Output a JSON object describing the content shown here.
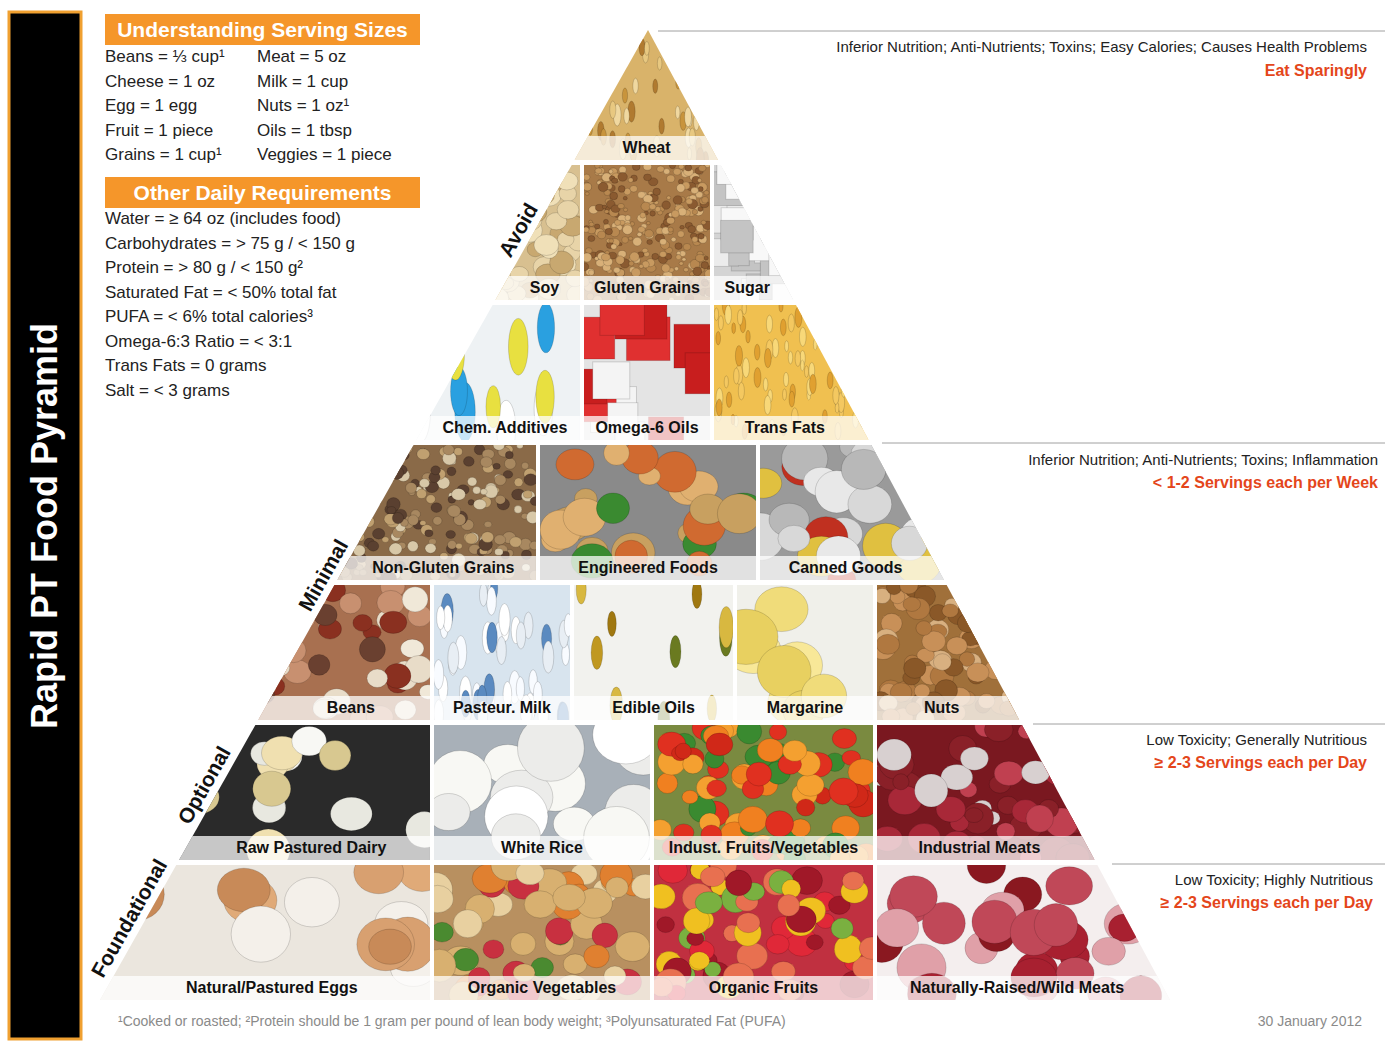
{
  "diagram": {
    "title": "Rapid PT Food Pyramid",
    "nodes": [
      {
        "text": [
          "Understanding Serving Sizes"
        ]
      },
      {
        "text": [
          "Other Daily Requirements"
        ]
      },
      {
        "text": [
          "Wheat"
        ]
      },
      {
        "text": [
          "Soy"
        ]
      },
      {
        "text": [
          "Gluten Grains"
        ]
      },
      {
        "text": [
          "Sugar"
        ]
      },
      {
        "text": [
          "Chem. Additives"
        ]
      },
      {
        "text": [
          "Omega-6 Oils"
        ]
      },
      {
        "text": [
          "Trans Fats"
        ]
      },
      {
        "text": [
          "Non-Gluten Grains"
        ]
      },
      {
        "text": [
          "Engineered Foods"
        ]
      },
      {
        "text": [
          "Canned Goods"
        ]
      },
      {
        "text": [
          "Beans"
        ]
      },
      {
        "text": [
          "Pasteur. Milk"
        ]
      },
      {
        "text": [
          "Edible Oils"
        ]
      },
      {
        "text": [
          "Margarine"
        ]
      },
      {
        "text": [
          "Nuts"
        ]
      },
      {
        "text": [
          "Raw Pastured Dairy"
        ]
      },
      {
        "text": [
          "White Rice"
        ]
      },
      {
        "text": [
          "Indust. Fruits/Vegetables"
        ]
      },
      {
        "text": [
          "Industrial Meats"
        ]
      },
      {
        "text": [
          "Natural/Pastured Eggs"
        ]
      },
      {
        "text": [
          "Organic Vegetables"
        ]
      },
      {
        "text": [
          "Organic Fruits"
        ]
      },
      {
        "text": [
          "Naturally-Raised/Wild Meats"
        ]
      }
    ],
    "labels": [
      "Beans = ⅓ cup¹",
      "Meat = 5 oz",
      "Cheese = 1 oz",
      "Milk = 1 cup",
      "Egg = 1 egg",
      "Nuts = 1 oz¹",
      "Fruit = 1 piece",
      "Oils = 1 tbsp",
      "Grains = 1 cup¹",
      "Veggies = 1 piece",
      "Water = ≥ 64 oz (includes food)",
      "Carbohydrates = > 75 g / < 150 g",
      "Protein = > 80 g / < 150 g²",
      "Saturated Fat = < 50% total fat",
      "PUFA = < 6% total calories³",
      "Omega-6:3 Ratio = < 3:1",
      "Trans Fats = 0 grams",
      "Salt = < 3 grams",
      "Avoid",
      "Minimal",
      "Optional",
      "Foundational",
      "Inferior Nutrition; Anti-Nutrients; Toxins; Easy Calories; Causes Health Problems",
      "Eat Sparingly",
      "Inferior Nutrition; Anti-Nutrients; Toxins; Inflammation",
      "< 1-2 Servings each per Week",
      "Low Toxicity; Generally Nutritious",
      "≥ 2-3 Servings each per Day",
      "Low Toxicity; Highly Nutritious",
      "≥ 2-3 Servings each per Day",
      "¹Cooked or roasted; ²Protein should be 1 gram per pound of lean body weight; ³Polyunsaturated Fat (PUFA)",
      "30 January 2012"
    ]
  }
}
